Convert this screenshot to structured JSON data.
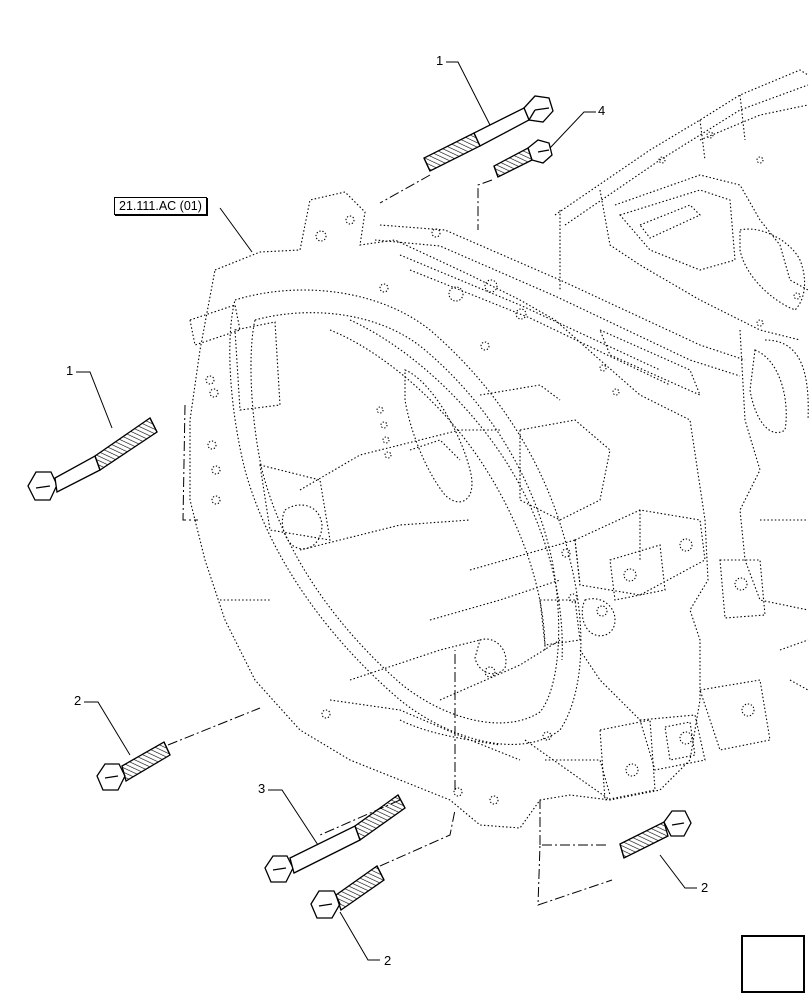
{
  "diagram": {
    "reference_tag": "21.111.AC (01)",
    "callouts": [
      {
        "id": "c1-top",
        "label": "1"
      },
      {
        "id": "c4",
        "label": "4"
      },
      {
        "id": "c1-left",
        "label": "1"
      },
      {
        "id": "c2-left",
        "label": "2"
      },
      {
        "id": "c3",
        "label": "3"
      },
      {
        "id": "c2-bottom",
        "label": "2"
      },
      {
        "id": "c2-right",
        "label": "2"
      }
    ],
    "nav_icon": "next-page-arrow-icon"
  }
}
